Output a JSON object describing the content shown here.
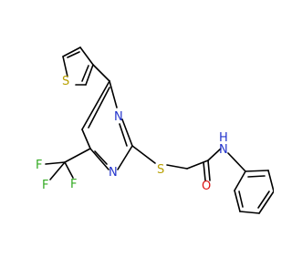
{
  "molecule": {
    "atoms": [
      {
        "id": "S1",
        "label": "S",
        "color": "#b8a000"
      },
      {
        "id": "S2",
        "label": "S",
        "color": "#b8a000"
      },
      {
        "id": "N1",
        "label": "N",
        "color": "#2233cc"
      },
      {
        "id": "N2",
        "label": "N",
        "color": "#2233cc"
      },
      {
        "id": "NH",
        "label": "N",
        "color": "#2233cc"
      },
      {
        "id": "H",
        "label": "H",
        "color": "#2233cc"
      },
      {
        "id": "O",
        "label": "O",
        "color": "#dd1111"
      },
      {
        "id": "F1",
        "label": "F",
        "color": "#33aa22"
      },
      {
        "id": "F2",
        "label": "F",
        "color": "#33aa22"
      },
      {
        "id": "F3",
        "label": "F",
        "color": "#33aa22"
      }
    ],
    "bond_color": "#000000"
  }
}
